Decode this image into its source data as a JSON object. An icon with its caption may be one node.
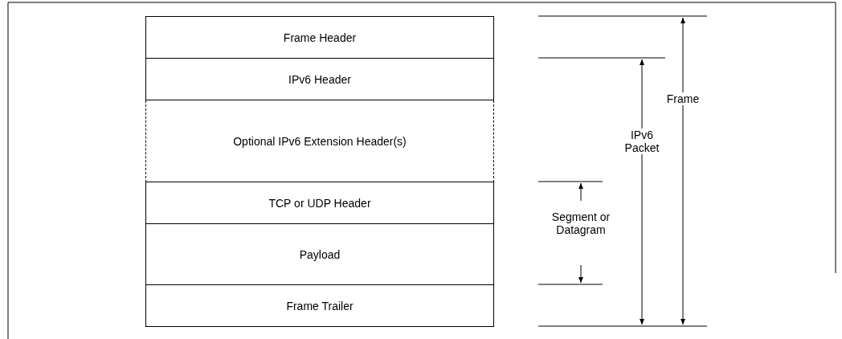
{
  "diagram": {
    "nodes": [
      {
        "text": [
          "Frame Header"
        ]
      },
      {
        "text": [
          "IPv6 Header"
        ]
      },
      {
        "text": [
          "Optional IPv6 Extension Header(s)"
        ]
      },
      {
        "text": [
          "TCP or UDP Header"
        ]
      },
      {
        "text": [
          "Payload"
        ]
      },
      {
        "text": [
          "Frame Trailer"
        ]
      }
    ],
    "edges": [],
    "labels": [
      "Frame",
      "IPv6 Packet",
      "Segment or Datagram"
    ]
  }
}
